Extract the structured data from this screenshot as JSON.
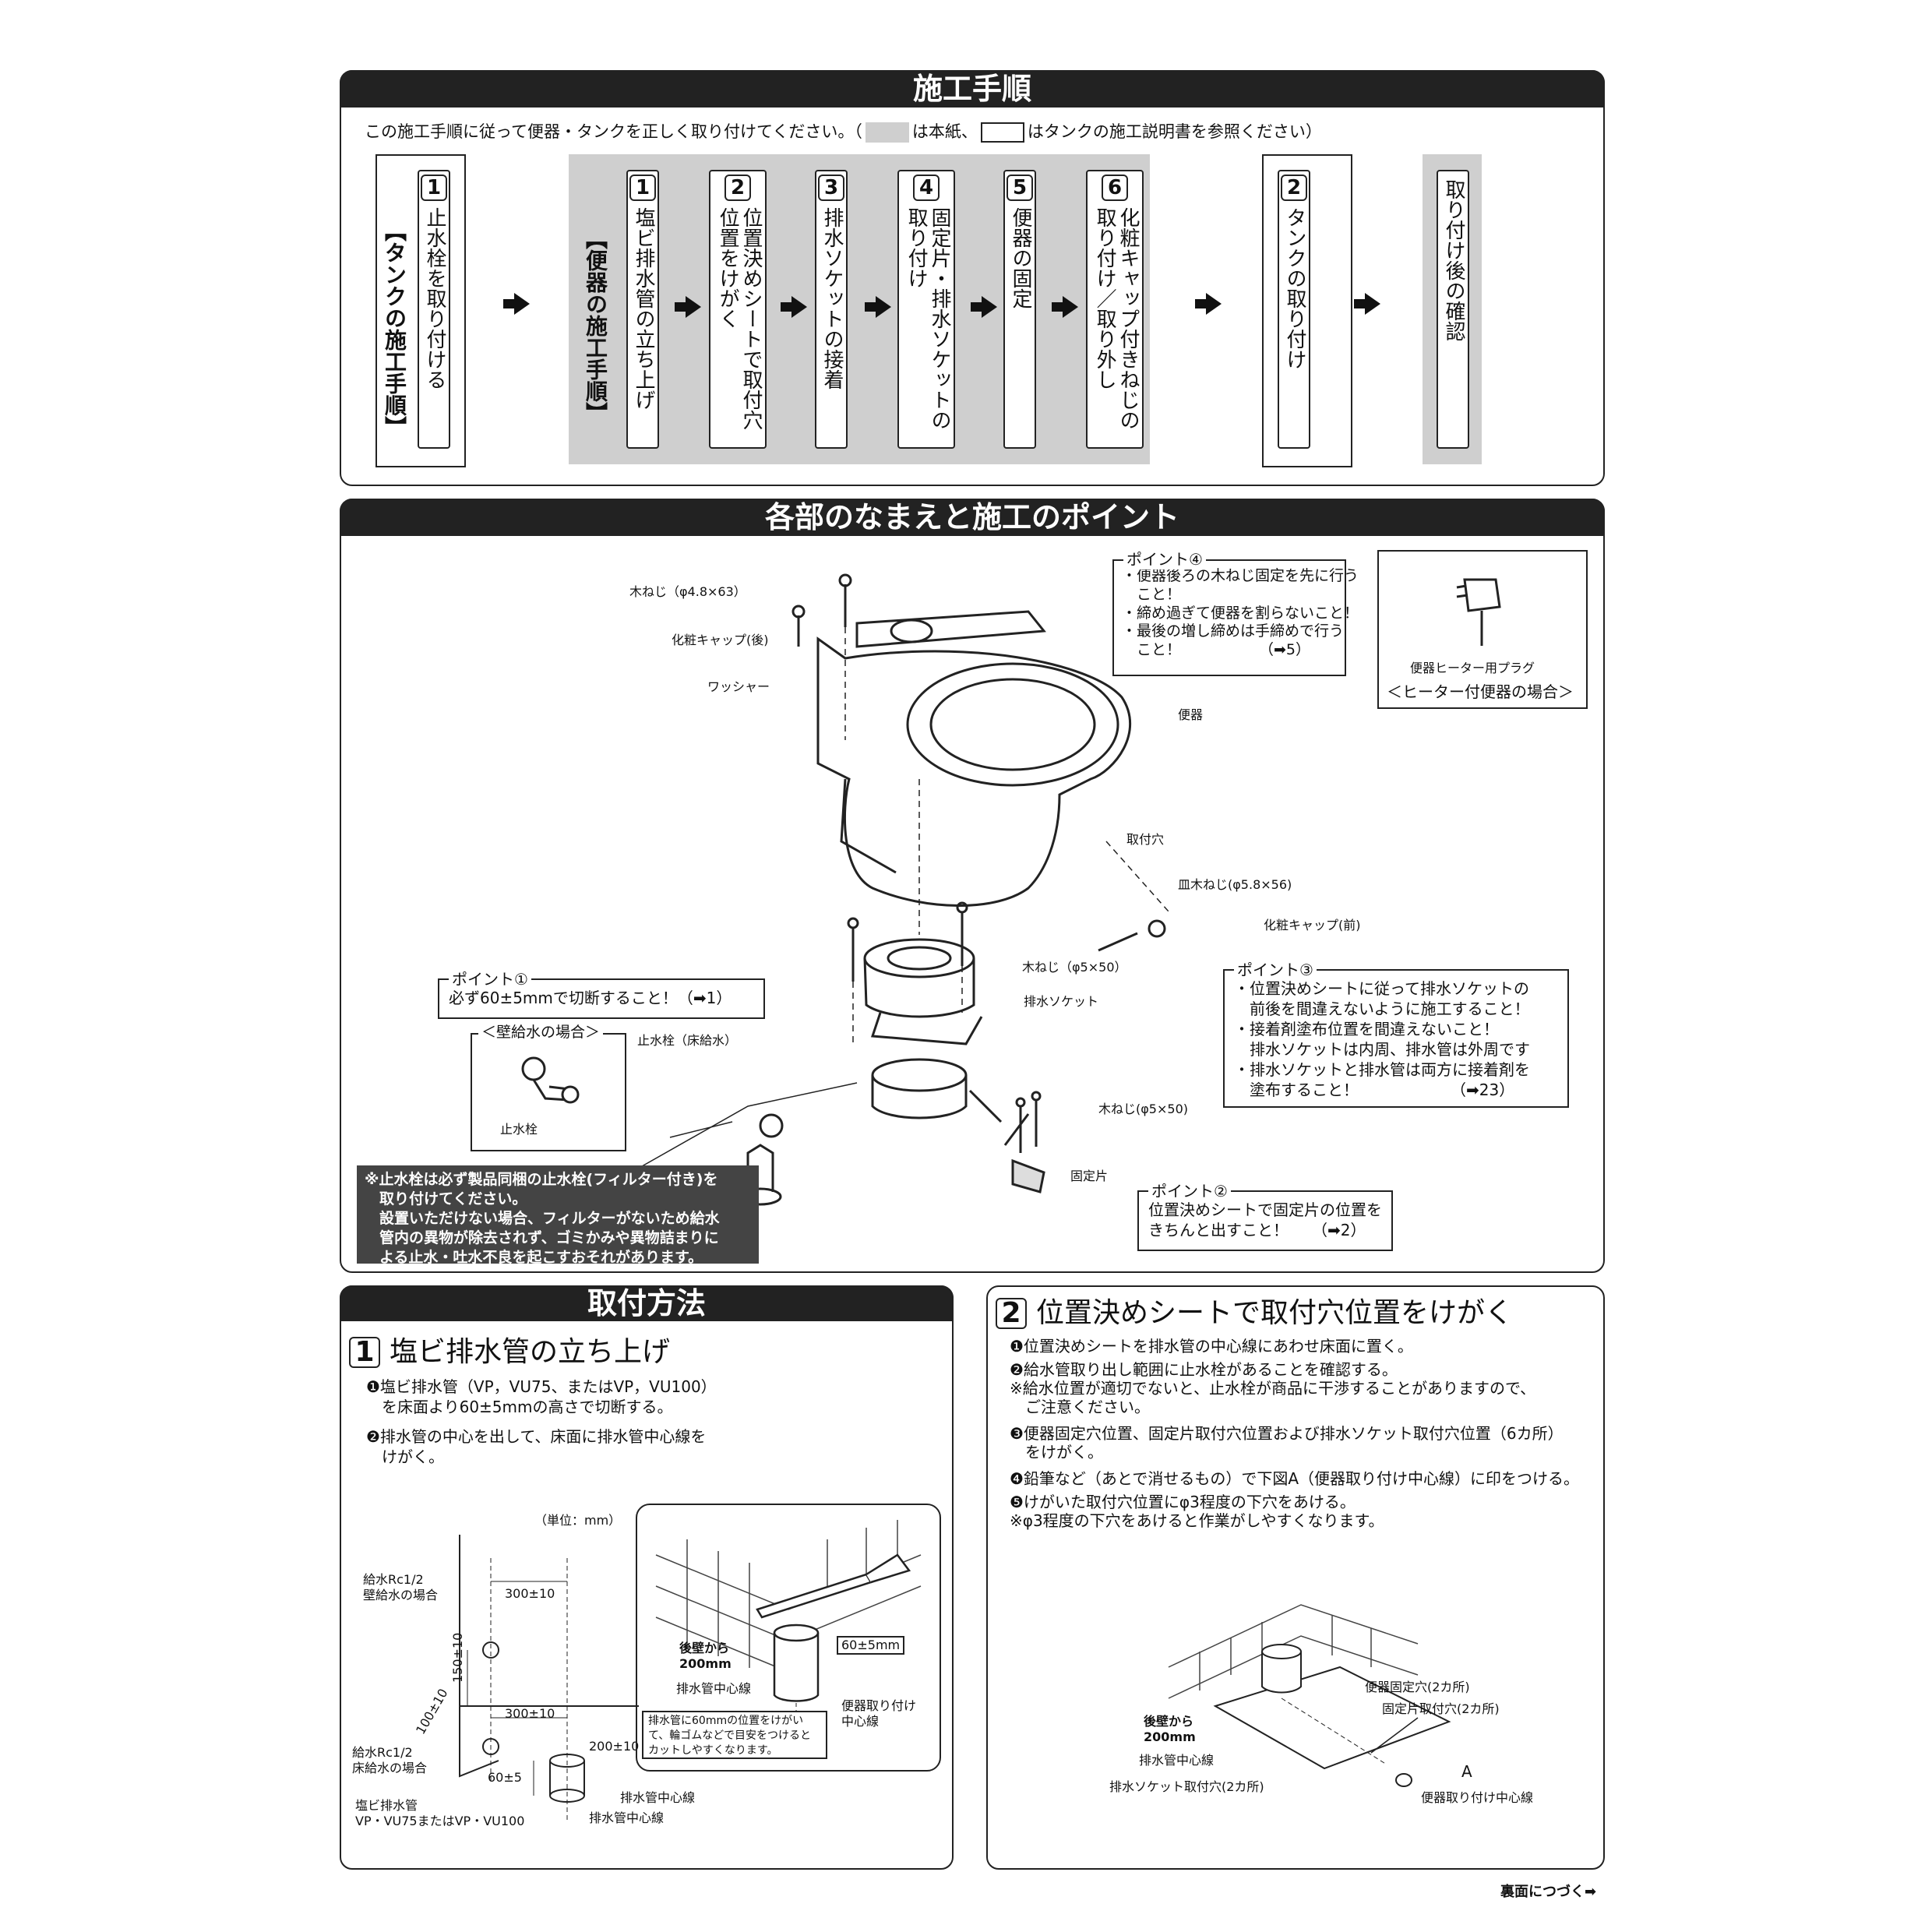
{
  "procedure": {
    "title": "施工手順",
    "intro_a": "この施工手順に従って便器・タンクを正しく取り付けてください。（",
    "intro_b": "は本紙、",
    "intro_c": "はタンクの施工説明書を参照ください）",
    "tank_group": "【タンクの施工手順】",
    "toilet_group": "【便器の施工手順】",
    "tank_step1": {
      "num": "1",
      "label": "止水栓を取り付ける"
    },
    "steps": [
      {
        "num": "1",
        "label": "塩ビ排水管の立ち上げ"
      },
      {
        "num": "2",
        "label": "位置決めシートで取付穴位置をけがく"
      },
      {
        "num": "3",
        "label": "排水ソケットの接着"
      },
      {
        "num": "4",
        "label": "固定片・排水ソケットの取り付け"
      },
      {
        "num": "5",
        "label": "便器の固定"
      },
      {
        "num": "6",
        "label": "化粧キャップ付きねじの取り付け／取り外し"
      }
    ],
    "tank_step2": {
      "num": "2",
      "label": "タンクの取り付け"
    },
    "final": {
      "label": "取り付け後の確認"
    }
  },
  "parts": {
    "title": "各部のなまえと施工のポイント",
    "labels": {
      "screw_rear": "木ねじ（φ4.8×63）",
      "cap_rear": "化粧キャップ(後)",
      "washer": "ワッシャー",
      "toilet": "便器",
      "mount_hole": "取付穴",
      "dish_screw": "皿木ねじ(φ5.8×56)",
      "cap_front": "化粧キャップ(前)",
      "screw_5x50_a": "木ねじ（φ5×50）",
      "drain_socket": "排水ソケット",
      "stop_valve_floor": "止水栓（床給水）",
      "screw_5x50_b": "木ねじ(φ5×50)",
      "fixing_piece": "固定片",
      "heater_plug": "便器ヒーター用プラグ",
      "heater_case": "＜ヒーター付便器の場合＞",
      "wall_case": "＜壁給水の場合＞",
      "stop_valve": "止水栓"
    },
    "point4": {
      "label": "ポイント④",
      "lines": [
        "・便器後ろの木ねじ固定を先に行う",
        "　こと！",
        "・締め過ぎて便器を割らないこと！",
        "・最後の増し締めは手締めで行う",
        "　こと！"
      ],
      "ref": "（➡5）"
    },
    "point1": {
      "label": "ポイント①",
      "text": "必ず60±5mmで切断すること！（➡1）"
    },
    "point3": {
      "label": "ポイント③",
      "lines": [
        "・位置決めシートに従って排水ソケットの",
        "　前後を間違えないように施工すること！",
        "・接着剤塗布位置を間違えないこと！",
        "　排水ソケットは内周、排水管は外周です",
        "・排水ソケットと排水管は両方に接着剤を",
        "　塗布すること！"
      ],
      "ref": "（➡23）"
    },
    "point2": {
      "label": "ポイント②",
      "lines": [
        "位置決めシートで固定片の位置を",
        "きちんと出すこと！"
      ],
      "ref": "（➡2）"
    },
    "warning": [
      "※止水栓は必ず製品同梱の止水栓(フィルター付き)を",
      "　取り付けてください。",
      "　設置いただけない場合、フィルターがないため給水",
      "　管内の異物が除去されず、ゴミかみや異物詰まりに",
      "　よる止水・吐水不良を起こすおそれがあります。"
    ]
  },
  "install": {
    "title": "取付方法",
    "sec1": {
      "num": "1",
      "title": "塩ビ排水管の立ち上げ",
      "items": [
        "❶塩ビ排水管（VP，VU75、またはVP，VU100）",
        "　を床面より60±5mmの高さで切断する。",
        "❷排水管の中心を出して、床面に排水管中心線を",
        "　けがく。"
      ],
      "unit": "（単位：mm）",
      "dims": {
        "d300a": "300±10",
        "d300b": "300±10",
        "d150": "150±10",
        "d100": "100±10",
        "d200": "200±10",
        "d60a": "60±5",
        "d60b": "60±5mm"
      },
      "labels": {
        "wall_supply": [
          "給水Rc1/2",
          "壁給水の場合"
        ],
        "floor_supply": [
          "給水Rc1/2",
          "床給水の場合"
        ],
        "pipe": [
          "塩ビ排水管",
          "VP・VU75またはVP・VU100"
        ],
        "drain_center1": "排水管中心線",
        "drain_center2": "排水管中心線",
        "from_wall": [
          "後壁から",
          "200mm"
        ],
        "drain_center3": "排水管中心線",
        "toilet_center": [
          "便器取り付け",
          "中心線"
        ],
        "tip": [
          "排水管に60mmの位置をけがい",
          "て、輪ゴムなどで目安をつけると",
          "カットしやすくなります。"
        ]
      }
    },
    "sec2": {
      "num": "2",
      "title": "位置決めシートで取付穴位置をけがく",
      "items": [
        "❶位置決めシートを排水管の中心線にあわせ床面に置く。",
        "❷給水管取り出し範囲に止水栓があることを確認する。",
        "※給水位置が適切でないと、止水栓が商品に干渉することがありますので、",
        "　ご注意ください。",
        "❸便器固定穴位置、固定片取付穴位置および排水ソケット取付穴位置（6カ所）",
        "　をけがく。",
        "❹鉛筆など（あとで消せるもの）で下図A（便器取り付け中心線）に印をつける。",
        "❺けがいた取付穴位置にφ3程度の下穴をあける。",
        "※φ3程度の下穴をあけると作業がしやすくなります。"
      ],
      "labels": {
        "fix_hole": "便器固定穴(2カ所)",
        "piece_hole": "固定片取付穴(2カ所)",
        "from_wall": [
          "後壁から",
          "200mm"
        ],
        "drain_center": "排水管中心線",
        "socket_hole": "排水ソケット取付穴(2カ所)",
        "a": "A",
        "toilet_center": "便器取り付け中心線"
      }
    }
  },
  "footer": "裏面につづく➡"
}
